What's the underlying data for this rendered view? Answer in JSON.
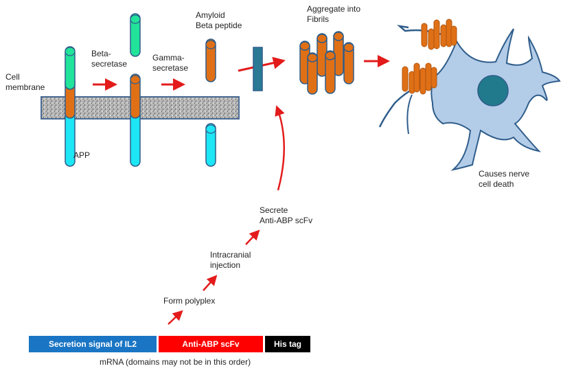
{
  "labels": {
    "cell_membrane": "Cell\nmembrane",
    "app": "APP",
    "beta_secretase": "Beta-\nsecretase",
    "gamma_secretase": "Gamma-\nsecretase",
    "amyloid_beta": "Amyloid\nBeta peptide",
    "aggregate": "Aggregate into\nFibrils",
    "nerve_death": "Causes nerve\ncell death",
    "secrete": "Secrete\nAnti-ABP scFv",
    "injection": "Intracranial\ninjection",
    "polyplex": "Form polyplex",
    "mrna_caption": "mRNA (domains may not be in this order)"
  },
  "mrna_segments": [
    {
      "label": "Secretion signal of IL2",
      "color": "#1a75c4"
    },
    {
      "label": "Anti-ABP scFv",
      "color": "#ff0000"
    },
    {
      "label": "His tag",
      "color": "#000000"
    }
  ],
  "colors": {
    "arrow": "#e31b1b",
    "app_n_terminal": "#21e39a",
    "app_abeta": "#e07016",
    "app_c_terminal": "#1de6f5",
    "outline": "#2f5d8a",
    "membrane": "#b5b5b5",
    "antibody_block": "#2a7a96",
    "neuron_body": "#b3cce8",
    "nucleus": "#217a8c"
  }
}
